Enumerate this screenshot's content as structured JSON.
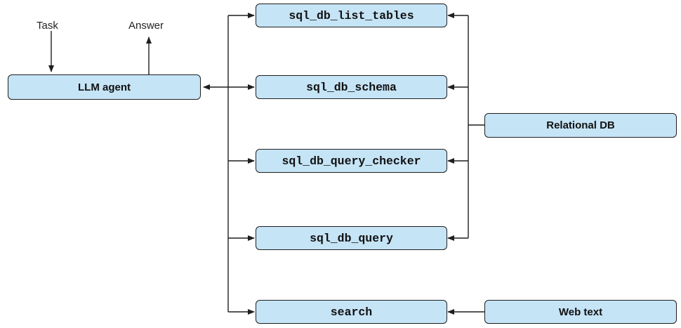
{
  "labels": {
    "task": "Task",
    "answer": "Answer"
  },
  "nodes": {
    "llm_agent": "LLM agent",
    "list_tables": "sql_db_list_tables",
    "schema": "sql_db_schema",
    "query_checker": "sql_db_query_checker",
    "query": "sql_db_query",
    "search": "search",
    "relational_db": "Relational DB",
    "web_text": "Web text"
  },
  "colors": {
    "node_fill": "#c5e4f6",
    "stroke": "#1f1f1f"
  }
}
